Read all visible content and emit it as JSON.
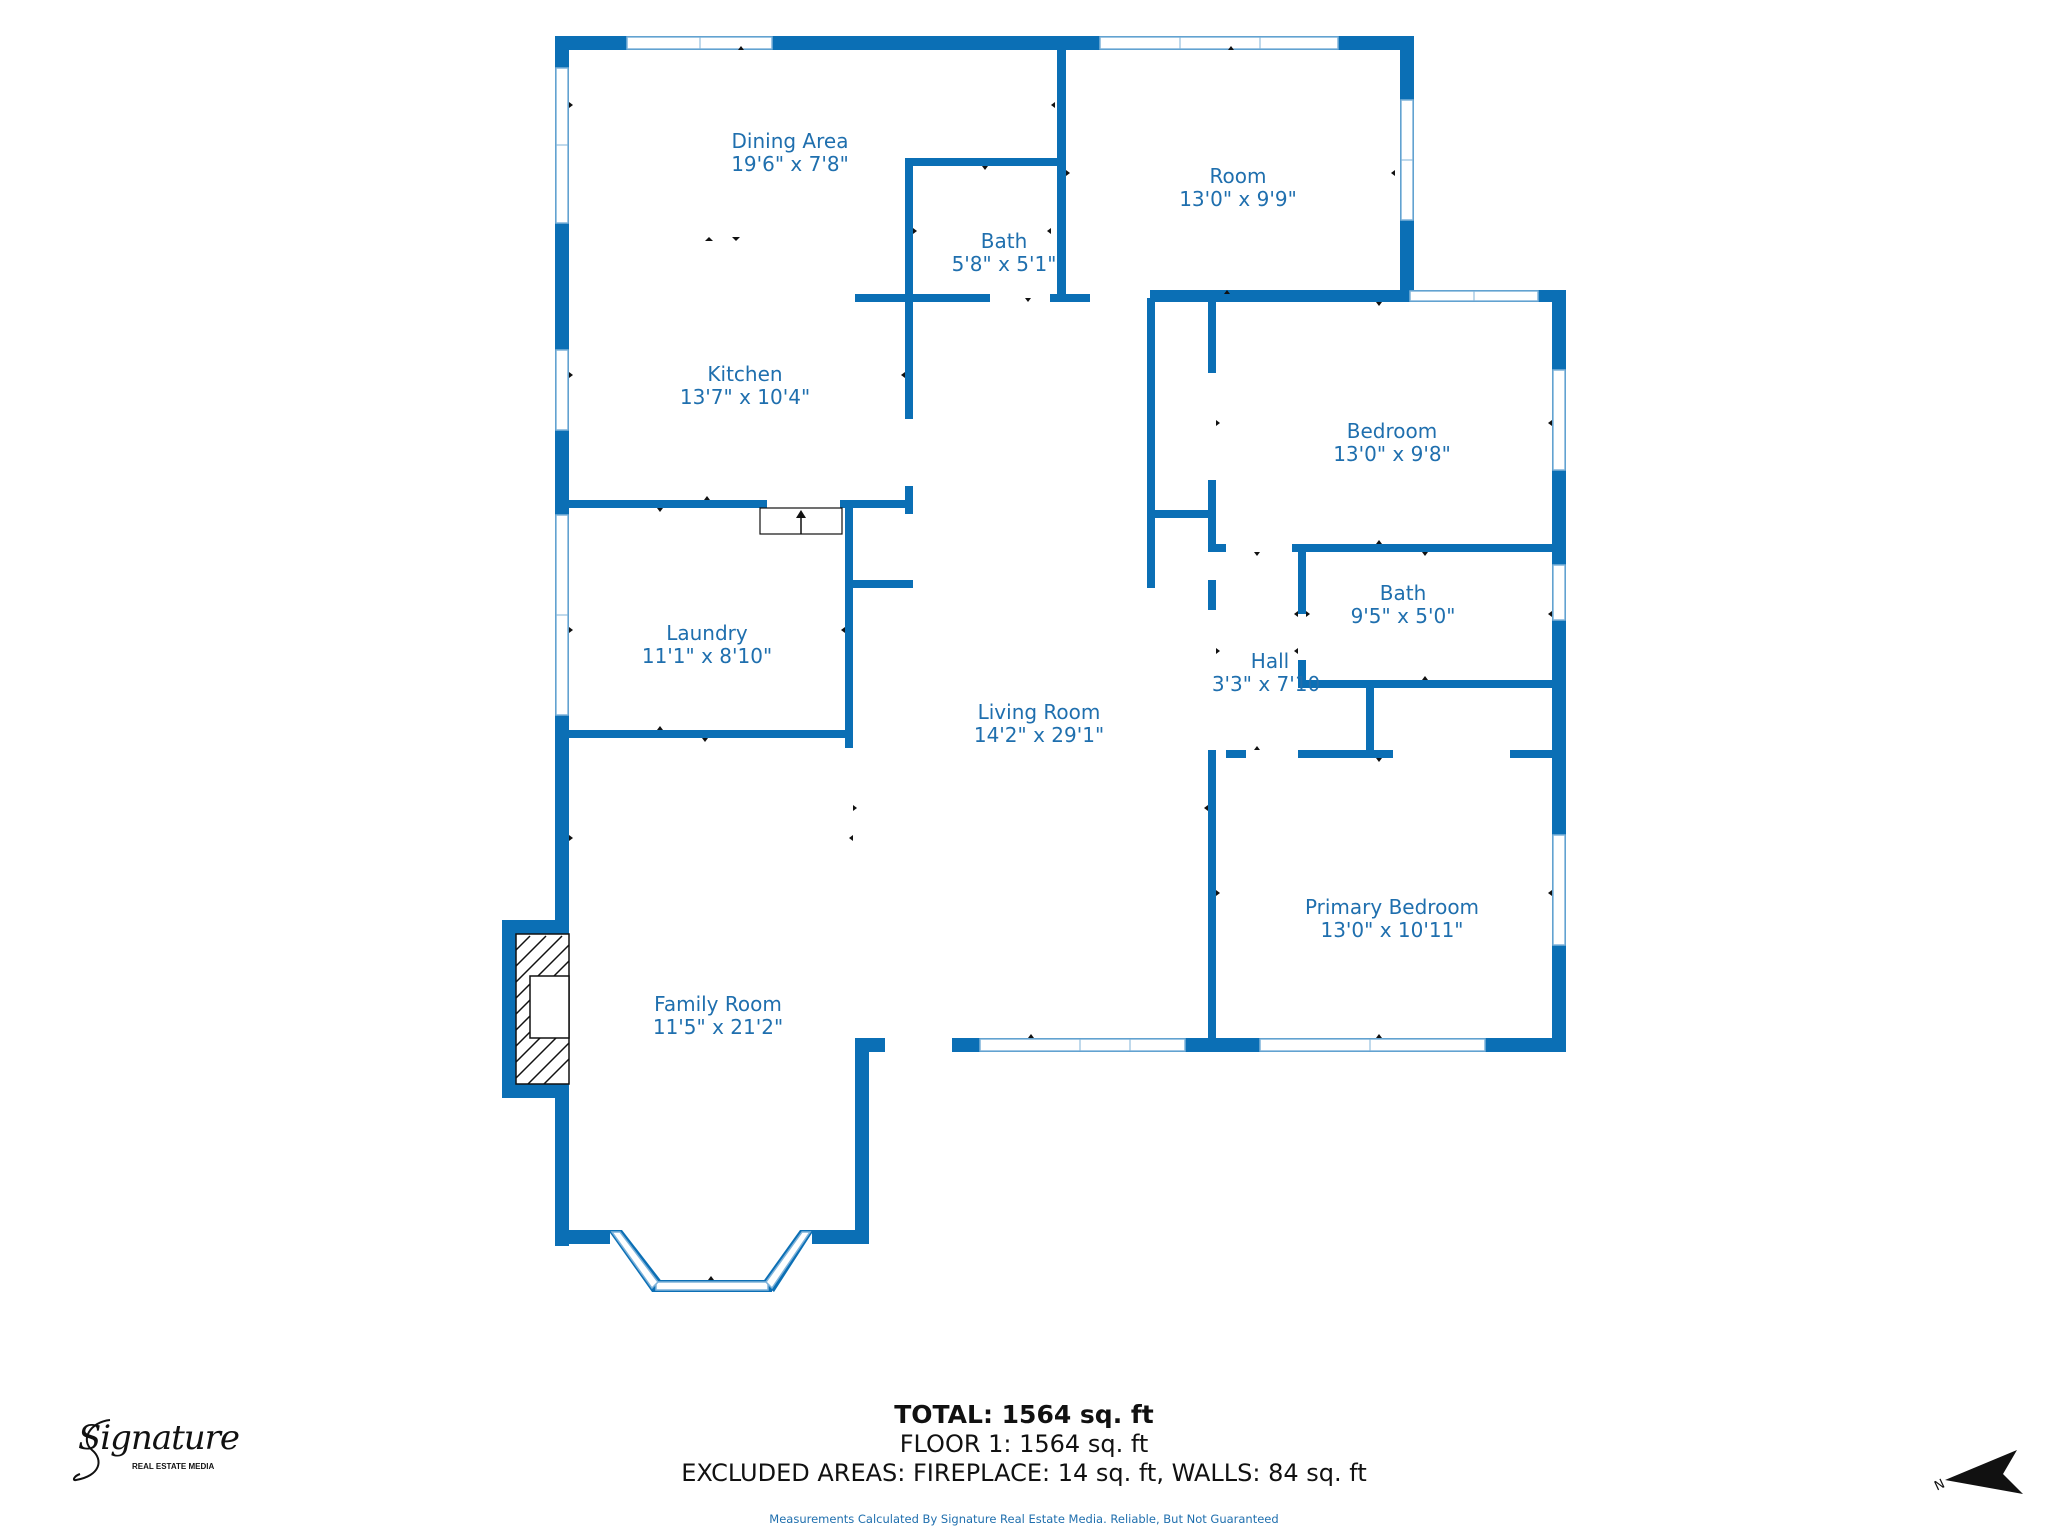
{
  "rooms": [
    {
      "id": "dining-area",
      "name": "Dining Area",
      "dims": "19'6\" x 7'8\""
    },
    {
      "id": "room",
      "name": "Room",
      "dims": "13'0\" x 9'9\""
    },
    {
      "id": "bath-1",
      "name": "Bath",
      "dims": "5'8\" x 5'1\""
    },
    {
      "id": "kitchen",
      "name": "Kitchen",
      "dims": "13'7\" x 10'4\""
    },
    {
      "id": "bedroom",
      "name": "Bedroom",
      "dims": "13'0\" x 9'8\""
    },
    {
      "id": "laundry",
      "name": "Laundry",
      "dims": "11'1\" x 8'10\""
    },
    {
      "id": "bath-2",
      "name": "Bath",
      "dims": "9'5\" x 5'0\""
    },
    {
      "id": "hall",
      "name": "Hall",
      "dims": "3'3\" x 7'10"
    },
    {
      "id": "living-room",
      "name": "Living Room",
      "dims": "14'2\" x 29'1\""
    },
    {
      "id": "primary-bedroom",
      "name": "Primary Bedroom",
      "dims": "13'0\" x 10'11\""
    },
    {
      "id": "family-room",
      "name": "Family Room",
      "dims": "11'5\" x 21'2\""
    }
  ],
  "summary": {
    "total": "TOTAL: 1564 sq. ft",
    "floor1": "FLOOR 1: 1564 sq. ft",
    "excluded": "EXCLUDED AREAS: FIREPLACE: 14 sq. ft, WALLS: 84 sq. ft"
  },
  "disclaimer": "Measurements Calculated By Signature Real Estate Media. Reliable, But Not Guaranteed",
  "logo": {
    "script": "Signature",
    "sub": "REAL ESTATE MEDIA"
  },
  "compass": {
    "label": "N"
  },
  "colors": {
    "wall": "#0b6fb5",
    "label": "#1f6fae"
  }
}
